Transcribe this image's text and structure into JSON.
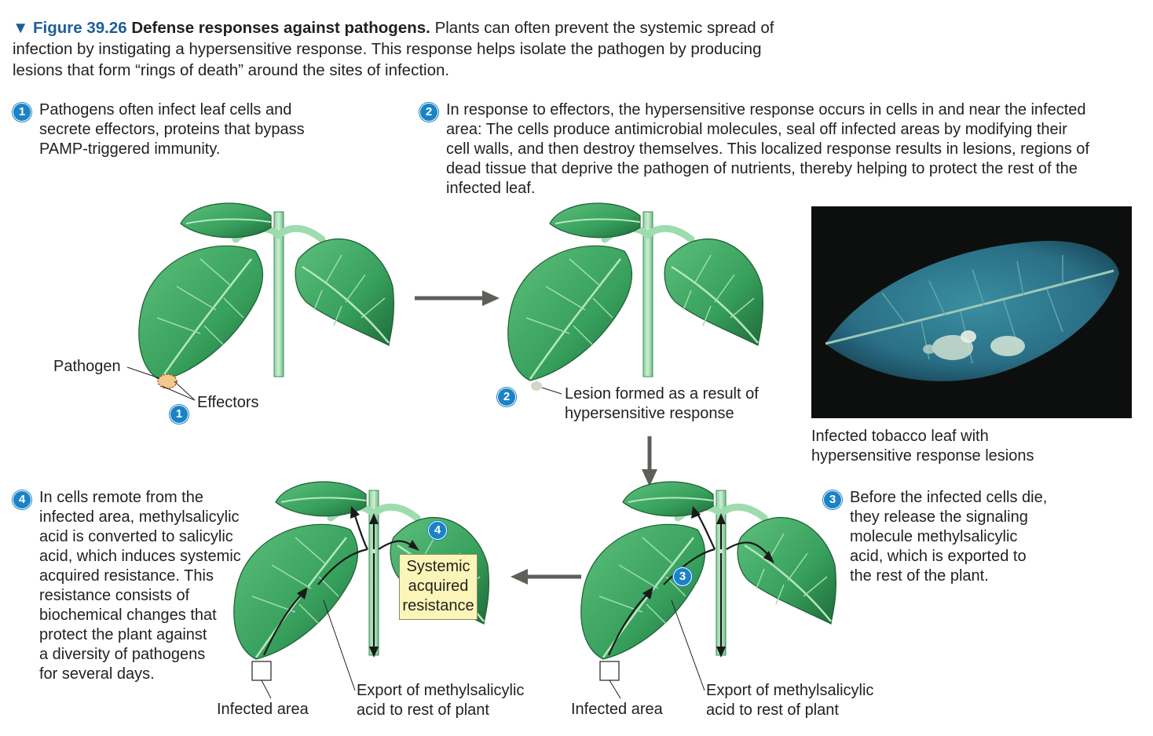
{
  "figure": {
    "marker": "▼",
    "number": "Figure 39.26",
    "title": "Defense responses against pathogens.",
    "description": "Plants can often prevent the systemic spread of infection by instigating a hypersensitive response. This response helps isolate the pathogen by producing lesions that form “rings of death” around the sites of infection."
  },
  "steps": [
    {
      "number": "1",
      "text_lines": [
        "Pathogens often infect leaf cells and",
        "secrete effectors, proteins that bypass",
        "PAMP-triggered immunity."
      ]
    },
    {
      "number": "2",
      "text_lines": [
        "In response to effectors, the hypersensitive response occurs in cells in and near the infected",
        "area: The cells produce antimicrobial molecules, seal off infected areas by modifying their",
        "cell walls, and then destroy themselves. This localized response results in lesions, regions of",
        "dead tissue that deprive the pathogen of nutrients, thereby helping to protect the rest of the",
        "infected leaf."
      ]
    },
    {
      "number": "3",
      "text_lines": [
        "Before the infected cells die,",
        "they release the signaling",
        "molecule methylsalicylic",
        "acid, which is exported to",
        "the rest of the plant."
      ]
    },
    {
      "number": "4",
      "text_lines": [
        "In cells remote from the",
        "infected area, methylsalicylic",
        "acid is converted to salicylic",
        "acid, which induces systemic",
        "acquired resistance. This",
        "resistance consists of",
        "biochemical changes that",
        "protect the plant against",
        "a diversity of pathogens",
        "for several days."
      ]
    }
  ],
  "labels": {
    "pathogen": "Pathogen",
    "effectors": "Effectors",
    "lesion": [
      "Lesion formed as a result of",
      "hypersensitive response"
    ],
    "photo_caption": [
      "Infected tobacco leaf with",
      "hypersensitive response lesions"
    ],
    "infected_area": "Infected area",
    "export": [
      "Export of methylsalicylic",
      "acid to rest of plant"
    ],
    "sar": [
      "Systemic",
      "acquired",
      "resistance"
    ]
  },
  "colors": {
    "figure_blue": "#1d5f98",
    "step_circle": "#1b83c5",
    "leaf_green": "#3fa463",
    "leaf_dark": "#1f6b3a",
    "arrow_gray": "#5f5f5a",
    "sar_box": "#fbf5b7"
  }
}
